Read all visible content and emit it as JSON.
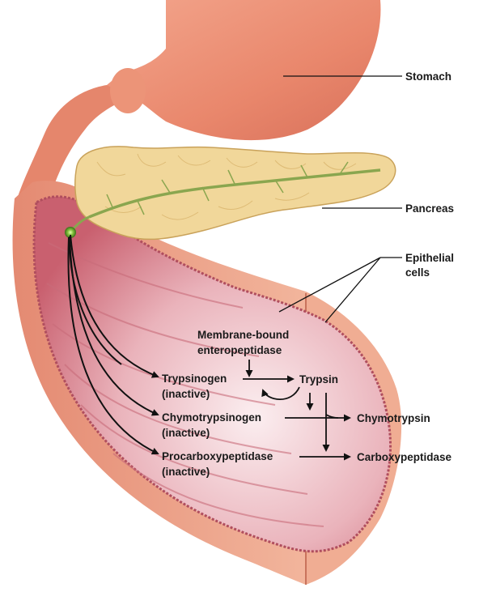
{
  "labels": {
    "stomach": "Stomach",
    "pancreas": "Pancreas",
    "epithelial_line1": "Epithelial",
    "epithelial_line2": "cells",
    "enteropeptidase_line1": "Membrane-bound",
    "enteropeptidase_line2": "enteropeptidase",
    "trypsinogen": "Trypsinogen",
    "trypsinogen_state": "(inactive)",
    "trypsin": "Trypsin",
    "chymotrypsinogen": "Chymotrypsinogen",
    "chymotrypsinogen_state": "(inactive)",
    "chymotrypsin": "Chymotrypsin",
    "procarboxypeptidase": "Procarboxypeptidase",
    "procarboxypeptidase_state": "(inactive)",
    "carboxypeptidase": "Carboxypeptidase"
  },
  "colors": {
    "organ_outer": "#e98a6f",
    "organ_light": "#f6c9b0",
    "lumen": "#d9838e",
    "lumen_light": "#f7dde0",
    "pancreas": "#f1d79a",
    "pancreas_edge": "#c9a25a",
    "duct": "#8aa64f",
    "arrow": "#111111"
  }
}
